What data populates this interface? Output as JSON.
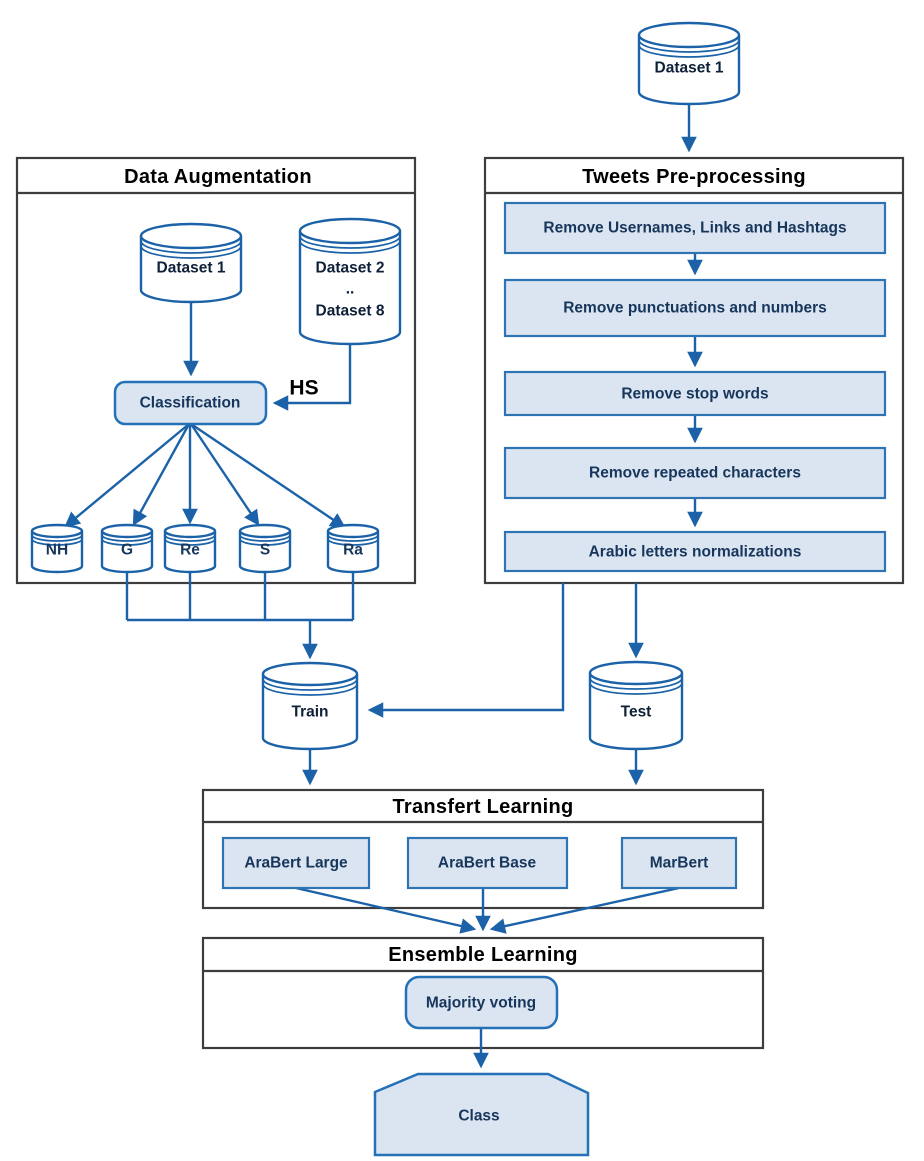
{
  "colors": {
    "connector_blue": "#1b62a8",
    "box_border_blue": "#2e74b5",
    "box_fill_light_blue": "#dbe5f1",
    "group_border_gray": "#3d3d3d",
    "node_text_navy": "#17365c",
    "header_text_black": "#000000",
    "background": "#ffffff"
  },
  "top": {
    "dataset_label": "Dataset 1"
  },
  "data_augmentation": {
    "title": "Data Augmentation",
    "dataset1": "Dataset 1",
    "dataset_range_start": "Dataset 2",
    "dataset_range_dots": "..",
    "dataset_range_end": "Dataset 8",
    "classification_label": "Classification",
    "hs_label": "HS",
    "outputs": [
      "NH",
      "G",
      "Re",
      "S",
      "Ra"
    ]
  },
  "preprocessing": {
    "title": "Tweets Pre-processing",
    "steps": [
      "Remove Usernames, Links and Hashtags",
      "Remove punctuations and numbers",
      "Remove stop words",
      "Remove repeated characters",
      "Arabic letters normalizations"
    ]
  },
  "datasets": {
    "train": "Train",
    "test": "Test"
  },
  "transfer_learning": {
    "title": "Transfert Learning",
    "models": [
      "AraBert Large",
      "AraBert Base",
      "MarBert"
    ]
  },
  "ensemble_learning": {
    "title": "Ensemble Learning",
    "method": "Majority voting"
  },
  "output": {
    "class_label": "Class"
  }
}
